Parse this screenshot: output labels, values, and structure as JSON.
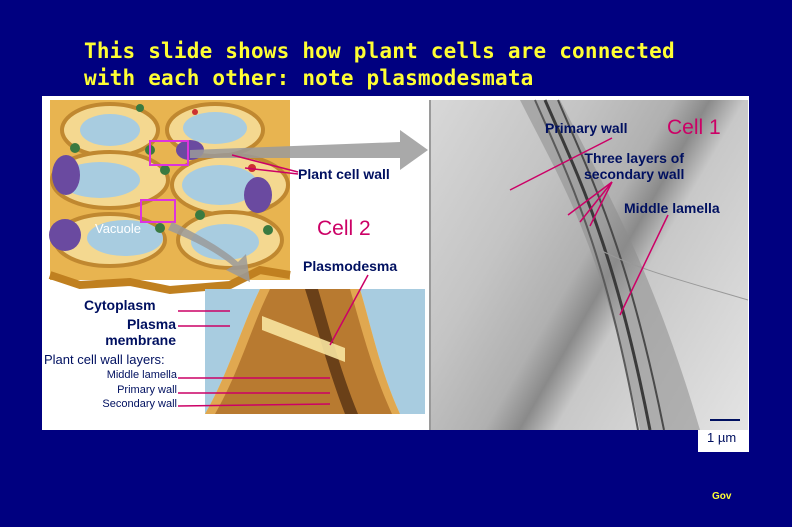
{
  "slide": {
    "title_line1": "This slide shows how plant cells are connected",
    "title_line2": "with each other: note plasmodesmata",
    "footer": "Gov"
  },
  "labels": {
    "primary_wall": "Primary wall",
    "cell1": "Cell 1",
    "three_layers_line1": "Three layers of",
    "three_layers_line2": "secondary wall",
    "middle_lamella": "Middle lamella",
    "plant_cell_wall": "Plant cell wall",
    "cell2": "Cell 2",
    "vacuole": "Vacuole",
    "plasmodesma": "Plasmodesma",
    "cytoplasm": "Cytoplasm",
    "plasma_line1": "Plasma",
    "plasma_line2": "membrane",
    "wall_layers": "Plant cell wall layers:",
    "layer_middle": "Middle lamella",
    "layer_primary": "Primary wall",
    "layer_secondary": "Secondary wall",
    "scale": "1 µm"
  },
  "colors": {
    "background": "#000080",
    "title": "#ffff33",
    "label_text": "#001060",
    "leader_line": "#cc0066",
    "highlight_box": "#dd33dd"
  }
}
